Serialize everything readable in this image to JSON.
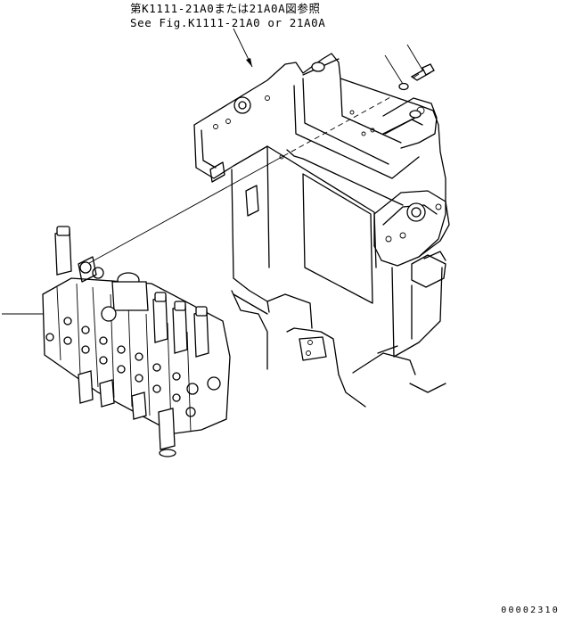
{
  "reference_note": {
    "line_ja": "第K1111-21A0または21A0A図参照",
    "line_en": "See Fig.K1111-21A0 or 21A0A"
  },
  "drawing_number": "00002310",
  "callouts": [
    {
      "id": "valve-assembly",
      "label": ""
    },
    {
      "id": "washer",
      "label": ""
    },
    {
      "id": "bolt",
      "label": ""
    }
  ]
}
